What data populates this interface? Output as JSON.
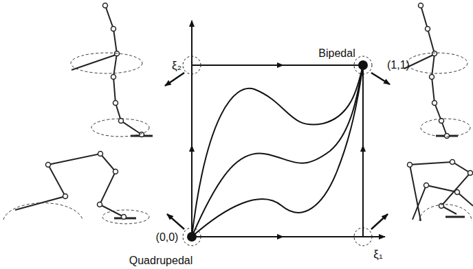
{
  "diagram": {
    "labels": [
      "Bipedal",
      "ξ₂",
      "(1,1)",
      "(0,0)",
      "Quadrupedal",
      "ξ₁"
    ]
  }
}
